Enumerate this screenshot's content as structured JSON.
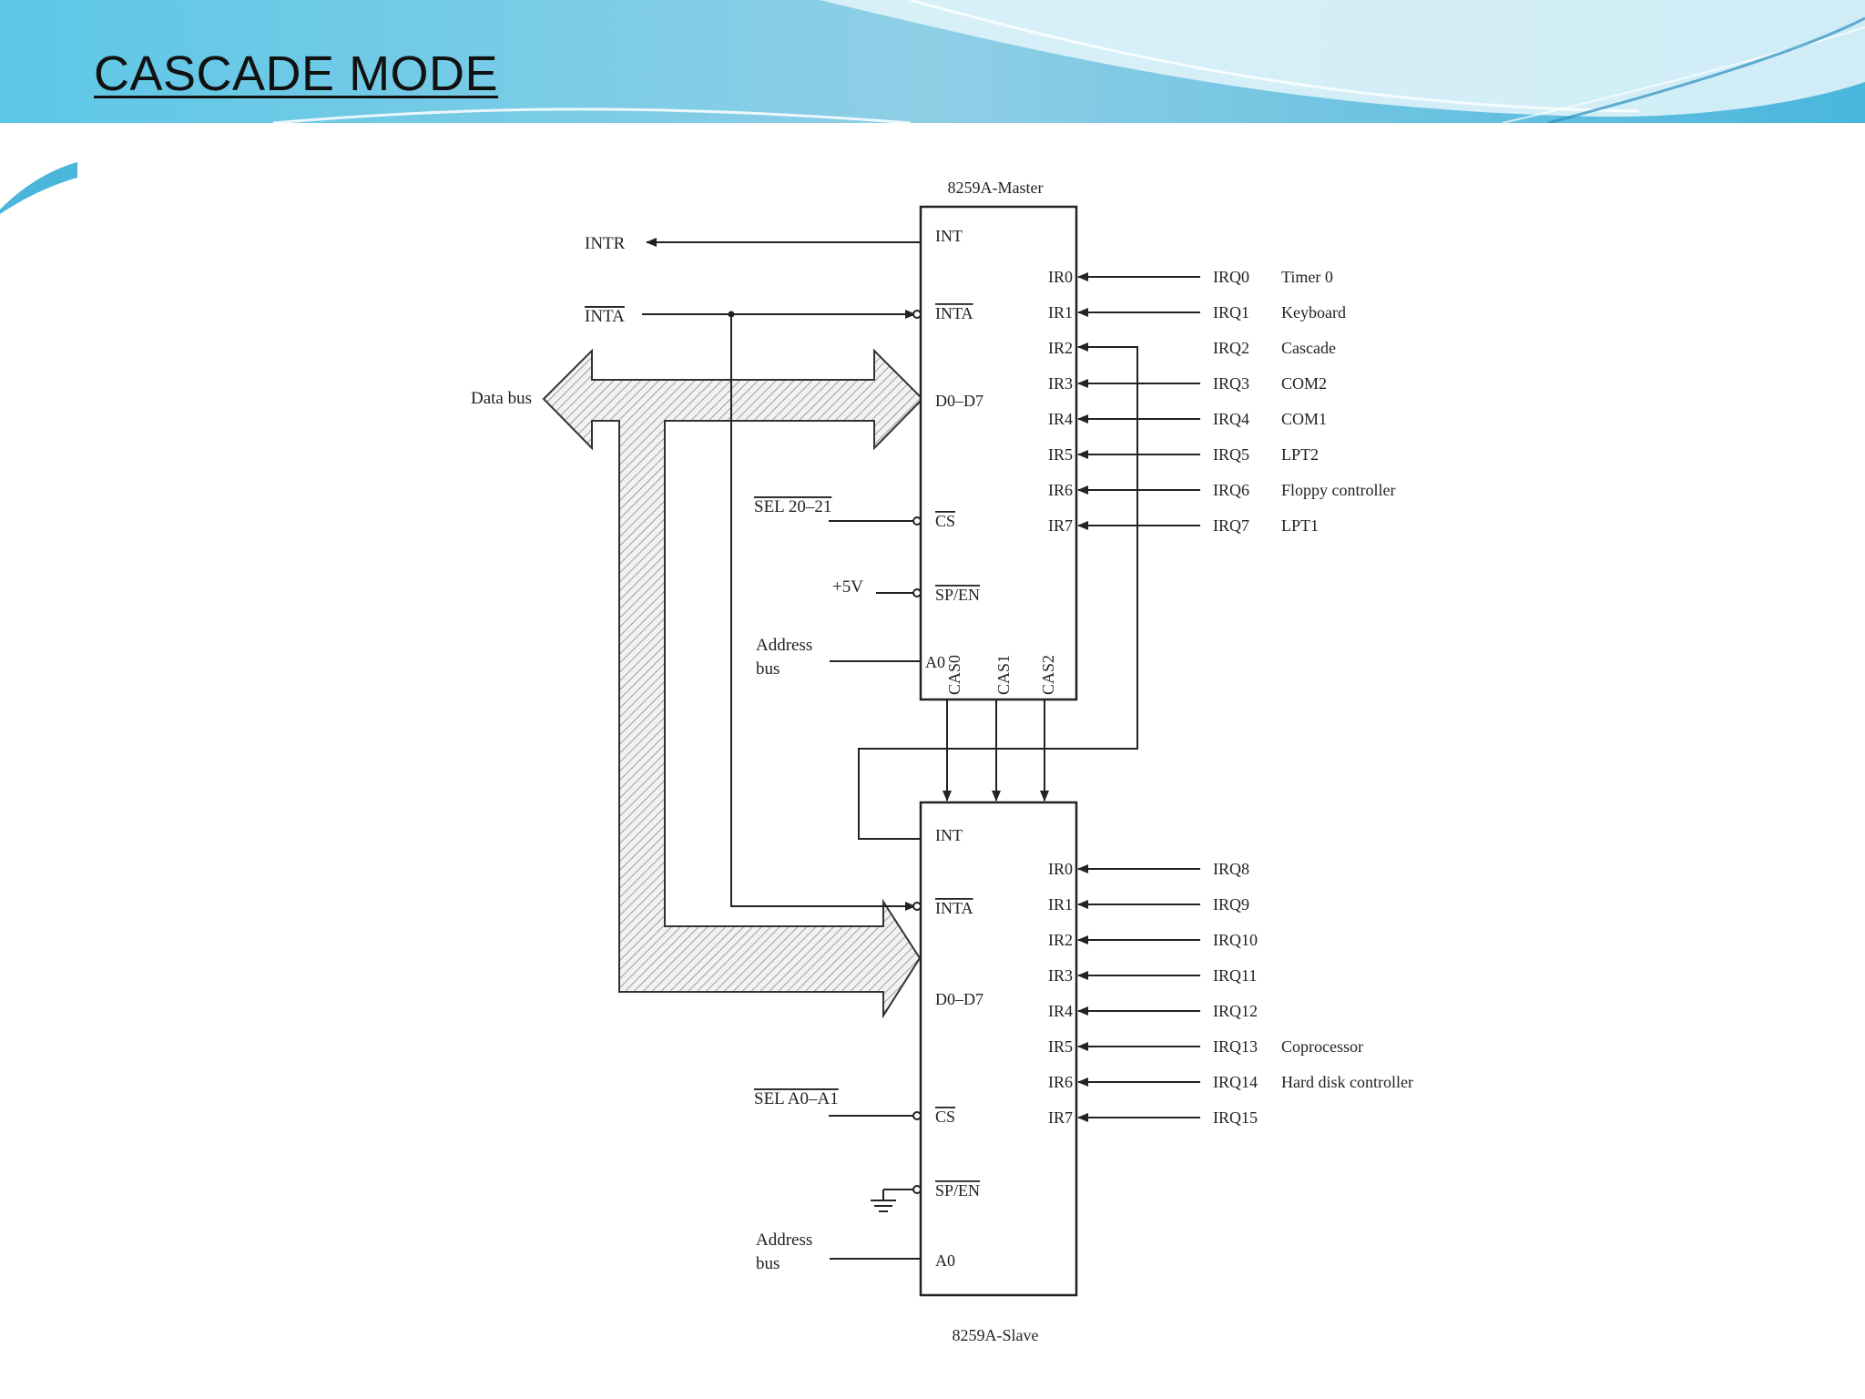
{
  "title": "CASCADE MODE",
  "diagram": {
    "master_label": "8259A-Master",
    "slave_label": "8259A-Slave",
    "intr": "INTR",
    "inta": "INTA",
    "data_bus": "Data bus",
    "sel_master": "SEL 20–21",
    "sel_slave": "SEL A0–A1",
    "plus5v": "+5V",
    "address": "Address",
    "bus": "bus",
    "pins": {
      "int": "INT",
      "inta": "INTA",
      "d0d7": "D0–D7",
      "cs": "CS",
      "spen": "SP/EN",
      "a0": "A0",
      "cas0": "CAS0",
      "cas1": "CAS1",
      "cas2": "CAS2"
    },
    "ir": [
      "IR0",
      "IR1",
      "IR2",
      "IR3",
      "IR4",
      "IR5",
      "IR6",
      "IR7"
    ],
    "master_irq": [
      "IRQ0",
      "IRQ1",
      "IRQ2",
      "IRQ3",
      "IRQ4",
      "IRQ5",
      "IRQ6",
      "IRQ7"
    ],
    "master_dev": [
      "Timer 0",
      "Keyboard",
      "Cascade",
      "COM2",
      "COM1",
      "LPT2",
      "Floppy controller",
      "LPT1"
    ],
    "slave_irq": [
      "IRQ8",
      "IRQ9",
      "IRQ10",
      "IRQ11",
      "IRQ12",
      "IRQ13",
      "IRQ14",
      "IRQ15"
    ],
    "slave_dev": [
      "",
      "",
      "",
      "",
      "",
      "Coprocessor",
      "Hard disk controller",
      ""
    ]
  }
}
